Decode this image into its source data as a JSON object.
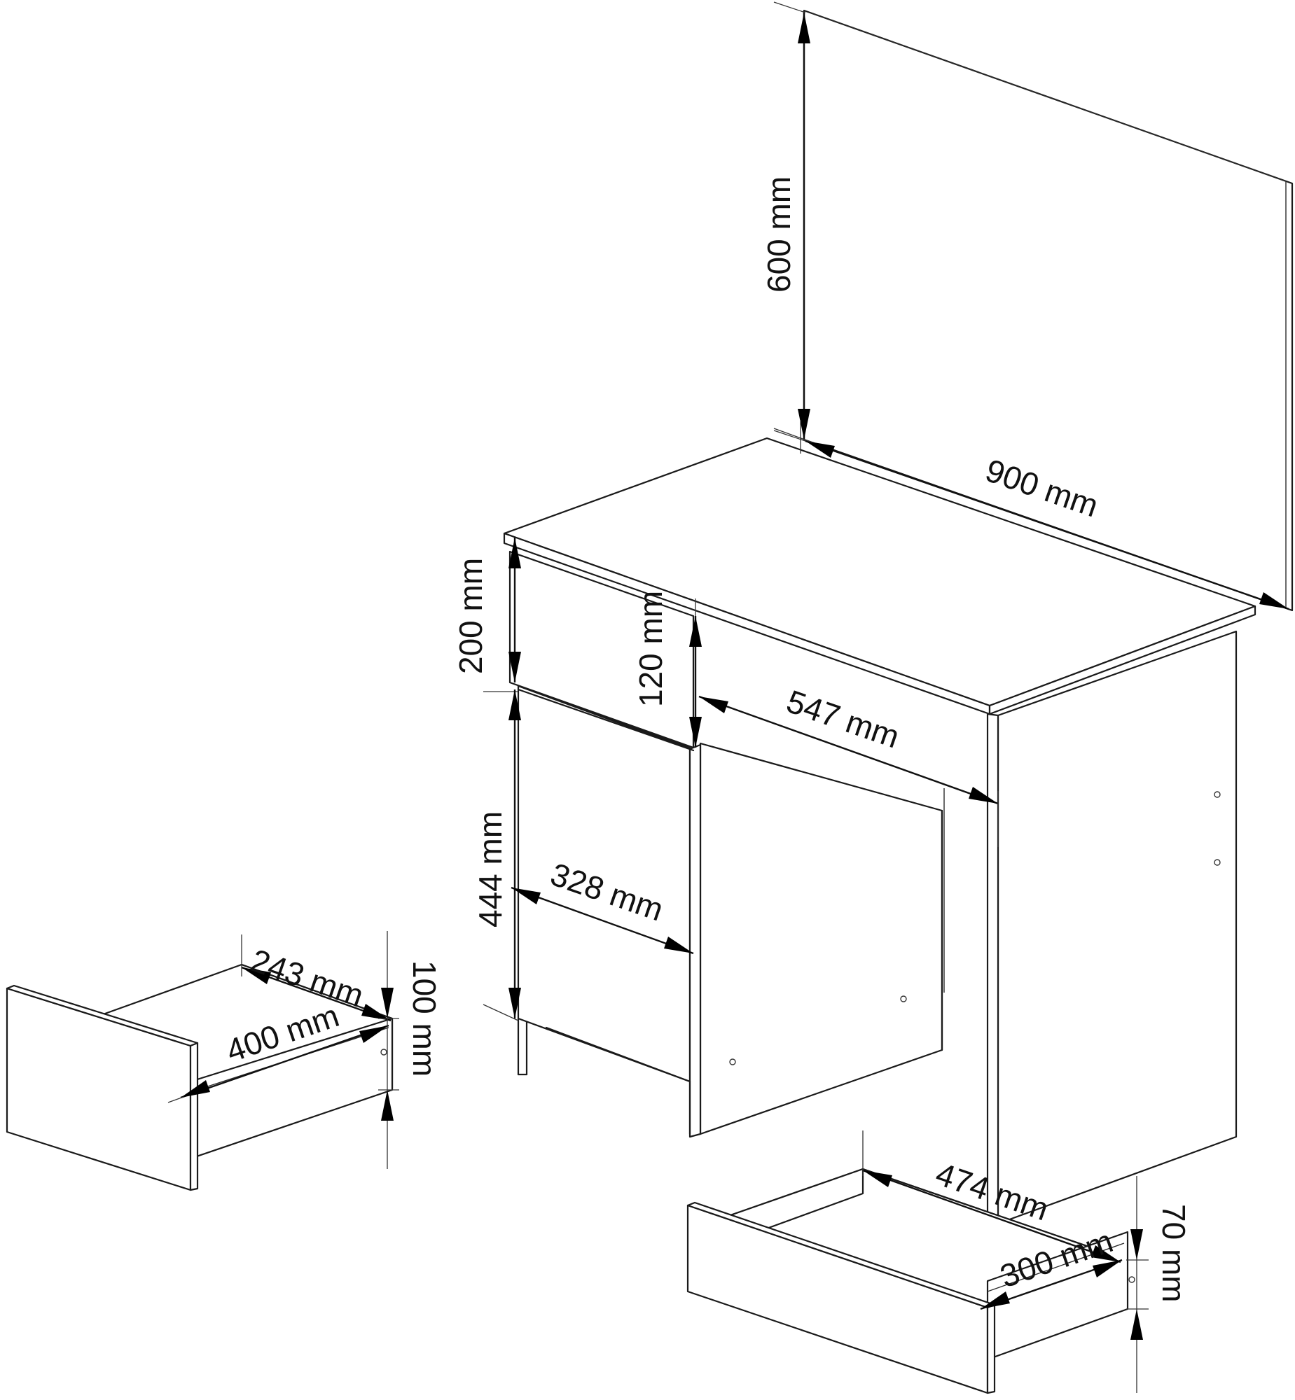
{
  "dimensions": {
    "mirror_height": "600 mm",
    "desk_width": "900 mm",
    "top_drawer_height": "200 mm",
    "drawer_front_height": "120 mm",
    "desk_depth": "547 mm",
    "cabinet_height": "444 mm",
    "cabinet_depth": "328 mm",
    "small_drawer_width": "243 mm",
    "small_drawer_depth": "400 mm",
    "small_drawer_height": "100 mm",
    "large_drawer_width": "474 mm",
    "large_drawer_depth": "300 mm",
    "large_drawer_height": "70 mm"
  }
}
